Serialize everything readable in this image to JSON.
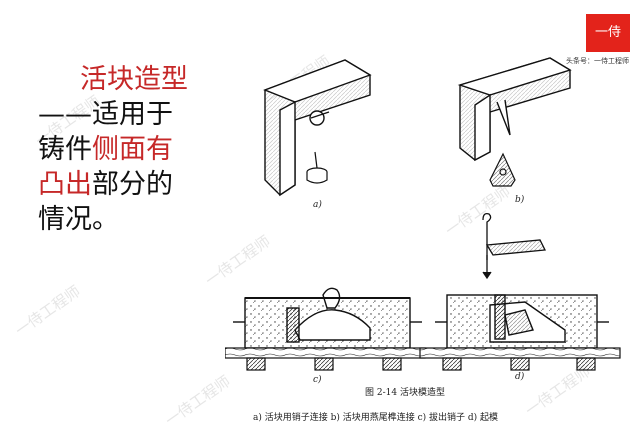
{
  "slide": {
    "title": "活块造型",
    "line1_dash": "——",
    "line1_text": "适用于",
    "line2_black": "铸件",
    "line2_red": "侧面有",
    "line3_red": "凸出",
    "line3_black": "部分的",
    "line4": "情况。"
  },
  "logo": {
    "badge_text": "一侍",
    "sub_text": "头条号：一侍工程师"
  },
  "watermark": {
    "text": "一侍工程师"
  },
  "figure": {
    "label_a": "a)",
    "label_b": "b)",
    "label_c": "c)",
    "label_d": "d)",
    "caption": "图 2-14    活块模造型",
    "legend": "a) 活块用销子连接    b) 活块用燕尾榫连接    c) 拔出销子    d) 起模"
  },
  "colors": {
    "accent_red": "#c62828",
    "logo_red": "#e3231b"
  }
}
